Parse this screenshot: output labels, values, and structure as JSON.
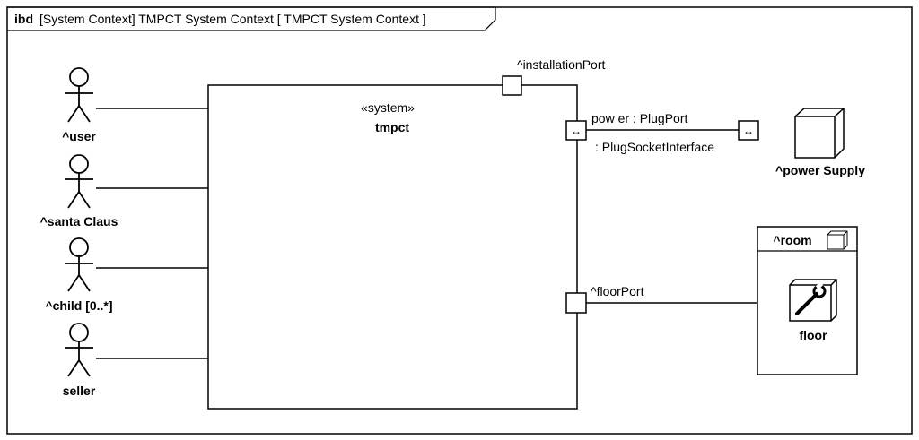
{
  "frame": {
    "kind": "ibd",
    "title": "[System Context]  TMPCT System Context [  TMPCT System Context  ]"
  },
  "actors": [
    {
      "label": "^user"
    },
    {
      "label": "^santa Claus"
    },
    {
      "label": "^child [0..*]"
    },
    {
      "label": "seller"
    }
  ],
  "system": {
    "stereotype": "«system»",
    "name": "tmpct"
  },
  "ports": {
    "installation": "^installationPort",
    "power_name": "pow er : PlugPort",
    "power_interface": ": PlugSocketInterface",
    "floor": "^floorPort"
  },
  "power_supply": {
    "label": "^power Supply"
  },
  "room": {
    "label": "^room",
    "part_label": "floor"
  }
}
